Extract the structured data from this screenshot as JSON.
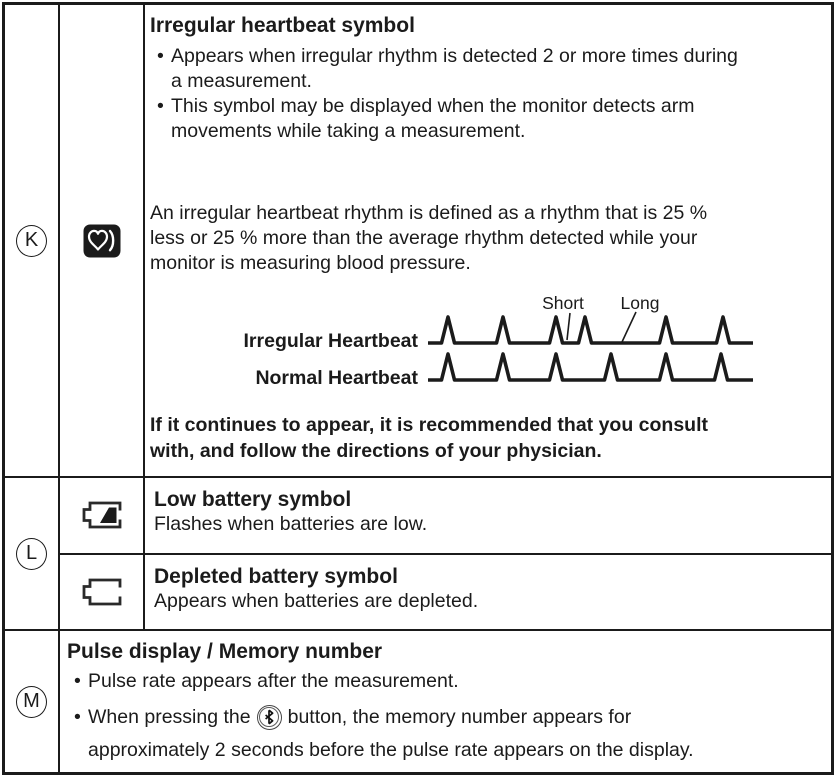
{
  "table": {
    "bullet_char": "•",
    "rows": {
      "k": {
        "letter": "K",
        "symbol_icon": "irregular-heartbeat-icon",
        "title": "Irregular heartbeat symbol",
        "bullets": [
          {
            "lines": [
              "Appears when irregular rhythm is detected 2 or more times during",
              "a measurement."
            ]
          },
          {
            "lines": [
              "This symbol may be displayed when the monitor detects arm",
              "movements while taking a measurement."
            ]
          }
        ],
        "paragraph_lines": [
          "An irregular heartbeat rhythm is defined as a rhythm that is 25 %",
          "less or 25 % more than the average rhythm detected while your",
          "monitor is measuring blood pressure."
        ],
        "diagram": {
          "short_label": "Short",
          "long_label": "Long",
          "trace1_label": "Irregular Heartbeat",
          "trace2_label": "Normal Heartbeat"
        },
        "note_lines": [
          "If it continues to appear, it is recommended that you consult",
          "with, and follow the directions of your physician."
        ]
      },
      "l": {
        "letter": "L",
        "sub_rows": [
          {
            "symbol_icon": "low-battery-icon",
            "title": "Low battery symbol",
            "description": "Flashes when batteries are low."
          },
          {
            "symbol_icon": "depleted-battery-icon",
            "title": "Depleted battery symbol",
            "description": "Appears when batteries are depleted."
          }
        ]
      },
      "m": {
        "letter": "M",
        "title": "Pulse display / Memory number",
        "bullet1": "Pulse rate appears after the measurement.",
        "bullet2_before_icon": "When pressing the",
        "bullet2_icon": "bluetooth-button-icon",
        "bullet2_after_icon": "button, the memory number appears for",
        "bullet2_line2": "approximately 2 seconds before the pulse rate appears on the display."
      }
    }
  },
  "colors": {
    "text": "#1b1b1b",
    "border": "#1b1b1b",
    "symbol_fill": "#1b1b1b"
  }
}
